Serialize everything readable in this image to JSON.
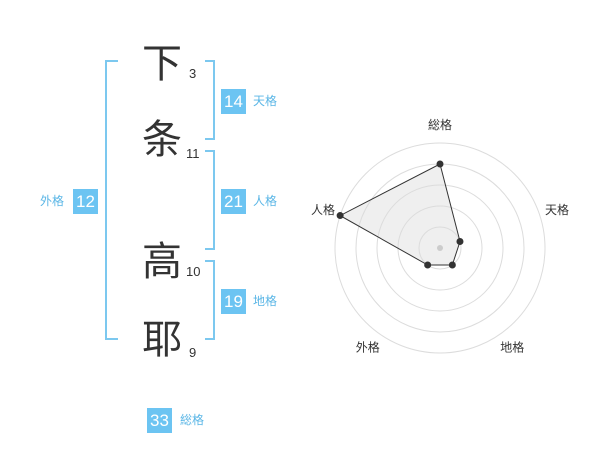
{
  "name": {
    "characters": [
      {
        "char": "下",
        "strokes": "3"
      },
      {
        "char": "条",
        "strokes": "11"
      },
      {
        "char": "高",
        "strokes": "10"
      },
      {
        "char": "耶",
        "strokes": "9"
      }
    ]
  },
  "fortune": {
    "tenkaku": {
      "value": "14",
      "label": "天格"
    },
    "jinkaku": {
      "value": "21",
      "label": "人格"
    },
    "chikaku": {
      "value": "19",
      "label": "地格"
    },
    "gaikaku": {
      "value": "12",
      "label": "外格"
    },
    "soukaku": {
      "value": "33",
      "label": "総格"
    }
  },
  "chart_data": {
    "type": "radar",
    "axes": [
      "総格",
      "天格",
      "地格",
      "外格",
      "人格"
    ],
    "values": [
      4,
      1,
      1,
      1,
      5
    ],
    "max": 5,
    "rings": 5
  }
}
